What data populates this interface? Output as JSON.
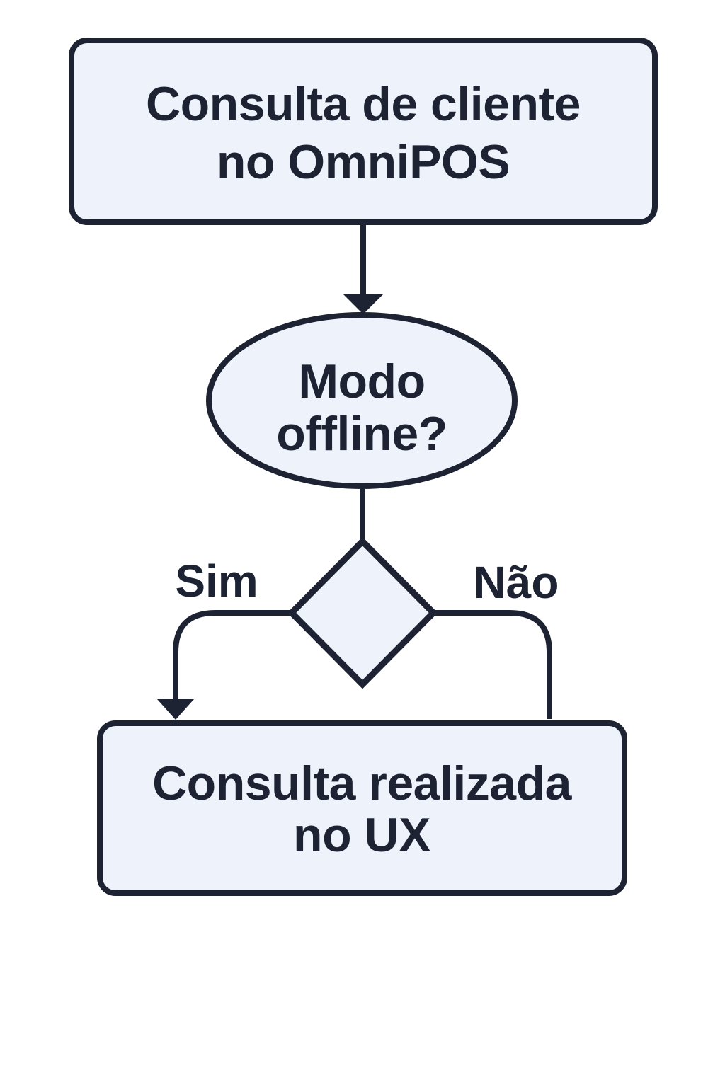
{
  "colors": {
    "background": "#ffffff",
    "node_fill": "#eef2fa",
    "stroke": "#1d2333",
    "text": "#1d2333"
  },
  "nodes": {
    "start": {
      "shape": "rounded-rectangle",
      "line1": "Consulta de cliente",
      "line2": "no OmniPOS"
    },
    "question": {
      "shape": "ellipse",
      "line1": "Modo",
      "line2": "offline?"
    },
    "decision": {
      "shape": "diamond",
      "label": ""
    },
    "end": {
      "shape": "rounded-rectangle",
      "line1": "Consulta realizada",
      "line2": "no UX"
    }
  },
  "edges": {
    "yes_branch": {
      "label": "Sim"
    },
    "no_branch": {
      "label": "Não"
    }
  }
}
